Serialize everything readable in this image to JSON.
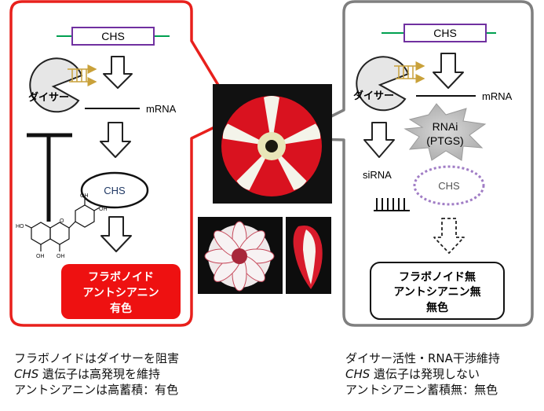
{
  "left_panel": {
    "gene_label": "CHS",
    "dicer_label": "ダイサー",
    "mrna_label": "mRNA",
    "protein_label": "CHS",
    "result_line1": "フラボノイド",
    "result_line2": "アントシアニン",
    "result_line3": "有色",
    "caption_line1": "フラボノイドはダイサーを阻害",
    "caption_line2_gene": "CHS",
    "caption_line2_rest": " 遺伝子は高発現を維持",
    "caption_line3": "アントシアニンは高蓄積：有色"
  },
  "right_panel": {
    "gene_label": "CHS",
    "dicer_label": "ダイサー",
    "mrna_label": "mRNA",
    "rnai_line1": "RNAi",
    "rnai_line2": "(PTGS)",
    "sirna_label": "siRNA",
    "protein_label": "CHS",
    "result_line1": "フラボノイド無",
    "result_line2": "アントシアニン無",
    "result_line3": "無色",
    "caption_line1": "ダイサー活性・RNA干渉維持",
    "caption_line2_gene": "CHS",
    "caption_line2_rest": " 遺伝子は発現しない",
    "caption_line3": "アントシアニン蓄積無：無色"
  },
  "colors": {
    "left_frame": "#e8201c",
    "right_frame": "#7f7f7f",
    "gene_box": "#7030a0",
    "gene_line": "#00a050",
    "arrow_fill": "#c9a13a",
    "result_fill": "#ee1111",
    "protein_dashed": "#a07cc5"
  }
}
